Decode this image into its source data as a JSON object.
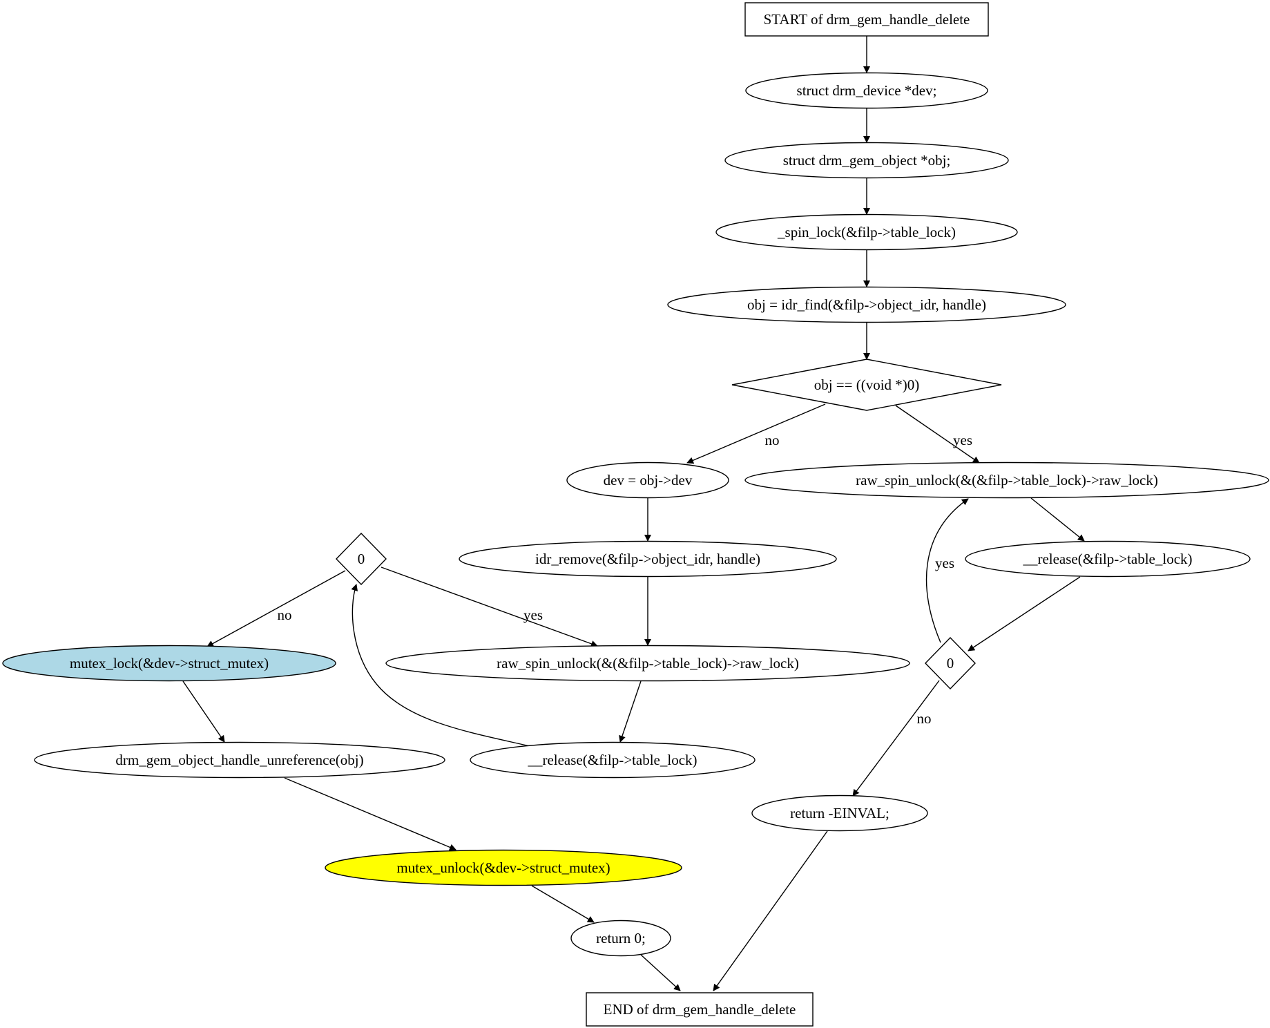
{
  "nodes": {
    "start": {
      "label": "START of drm_gem_handle_delete",
      "shape": "box"
    },
    "decl_dev": {
      "label": "struct drm_device *dev;",
      "shape": "ellipse"
    },
    "decl_obj": {
      "label": "struct drm_gem_object *obj;",
      "shape": "ellipse"
    },
    "spin_lock": {
      "label": "_spin_lock(&filp->table_lock)",
      "shape": "ellipse"
    },
    "idr_find": {
      "label": "obj = idr_find(&filp->object_idr, handle)",
      "shape": "ellipse"
    },
    "cond_null": {
      "label": "obj == ((void *)0)",
      "shape": "diamond"
    },
    "dev_assign": {
      "label": "dev = obj->dev",
      "shape": "ellipse"
    },
    "unlock_err": {
      "label": "raw_spin_unlock(&(&filp->table_lock)->raw_lock)",
      "shape": "ellipse"
    },
    "idr_remove": {
      "label": "idr_remove(&filp->object_idr, handle)",
      "shape": "ellipse"
    },
    "release_err": {
      "label": "__release(&filp->table_lock)",
      "shape": "ellipse"
    },
    "cond_left": {
      "label": "0",
      "shape": "diamond"
    },
    "mutex_lock": {
      "label": "mutex_lock(&dev->struct_mutex)",
      "shape": "ellipse",
      "fill": "#add8e6"
    },
    "unlock_ok": {
      "label": "raw_spin_unlock(&(&filp->table_lock)->raw_lock)",
      "shape": "ellipse"
    },
    "cond_right": {
      "label": "0",
      "shape": "diamond"
    },
    "unreference": {
      "label": "drm_gem_object_handle_unreference(obj)",
      "shape": "ellipse"
    },
    "release_ok": {
      "label": "__release(&filp->table_lock)",
      "shape": "ellipse"
    },
    "ret_einval": {
      "label": "return -EINVAL;",
      "shape": "ellipse"
    },
    "mutex_unlock": {
      "label": "mutex_unlock(&dev->struct_mutex)",
      "shape": "ellipse",
      "fill": "#ffff00"
    },
    "ret_zero": {
      "label": "return 0;",
      "shape": "ellipse"
    },
    "end": {
      "label": "END of drm_gem_handle_delete",
      "shape": "box"
    }
  },
  "edges": [
    {
      "from": "start",
      "to": "decl_dev"
    },
    {
      "from": "decl_dev",
      "to": "decl_obj"
    },
    {
      "from": "decl_obj",
      "to": "spin_lock"
    },
    {
      "from": "spin_lock",
      "to": "idr_find"
    },
    {
      "from": "idr_find",
      "to": "cond_null"
    },
    {
      "from": "cond_null",
      "to": "dev_assign",
      "label": "no"
    },
    {
      "from": "cond_null",
      "to": "unlock_err",
      "label": "yes"
    },
    {
      "from": "dev_assign",
      "to": "idr_remove"
    },
    {
      "from": "idr_remove",
      "to": "unlock_ok"
    },
    {
      "from": "unlock_err",
      "to": "release_err"
    },
    {
      "from": "release_err",
      "to": "cond_right"
    },
    {
      "from": "cond_right",
      "to": "unlock_err",
      "label": "yes"
    },
    {
      "from": "cond_right",
      "to": "ret_einval",
      "label": "no"
    },
    {
      "from": "cond_left",
      "to": "mutex_lock",
      "label": "no"
    },
    {
      "from": "cond_left",
      "to": "unlock_ok",
      "label": "yes"
    },
    {
      "from": "unlock_ok",
      "to": "release_ok"
    },
    {
      "from": "release_ok",
      "to": "cond_left"
    },
    {
      "from": "mutex_lock",
      "to": "unreference"
    },
    {
      "from": "unreference",
      "to": "mutex_unlock"
    },
    {
      "from": "mutex_unlock",
      "to": "ret_zero"
    },
    {
      "from": "ret_zero",
      "to": "end"
    },
    {
      "from": "ret_einval",
      "to": "end"
    }
  ]
}
